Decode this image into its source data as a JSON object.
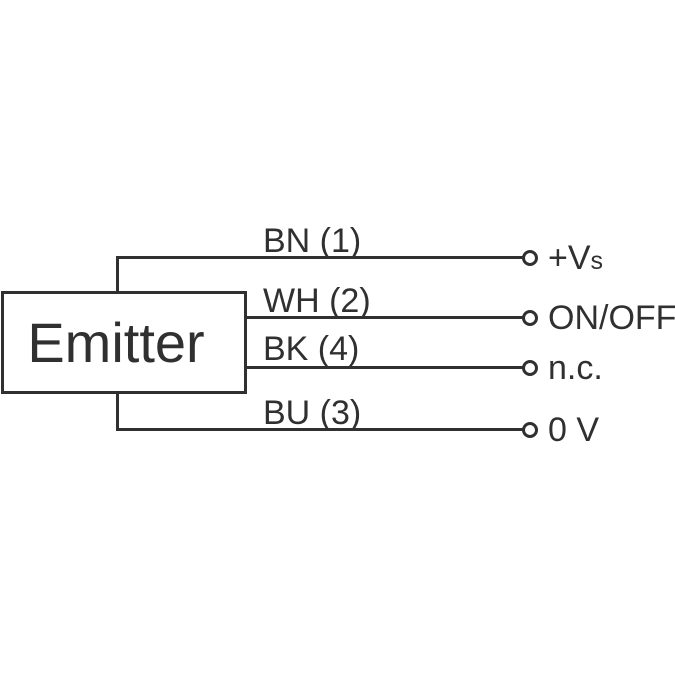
{
  "diagram": {
    "device": {
      "label": "Emitter"
    },
    "line_color": "#303030",
    "background_color": "#ffffff",
    "wires": [
      {
        "label": "BN (1)",
        "terminal": "+V",
        "terminal_sub": "s"
      },
      {
        "label": "WH (2)",
        "terminal": "ON/OFF",
        "terminal_sub": ""
      },
      {
        "label": "BK (4)",
        "terminal": "n.c.",
        "terminal_sub": ""
      },
      {
        "label": "BU (3)",
        "terminal": "0 V",
        "terminal_sub": ""
      }
    ]
  }
}
